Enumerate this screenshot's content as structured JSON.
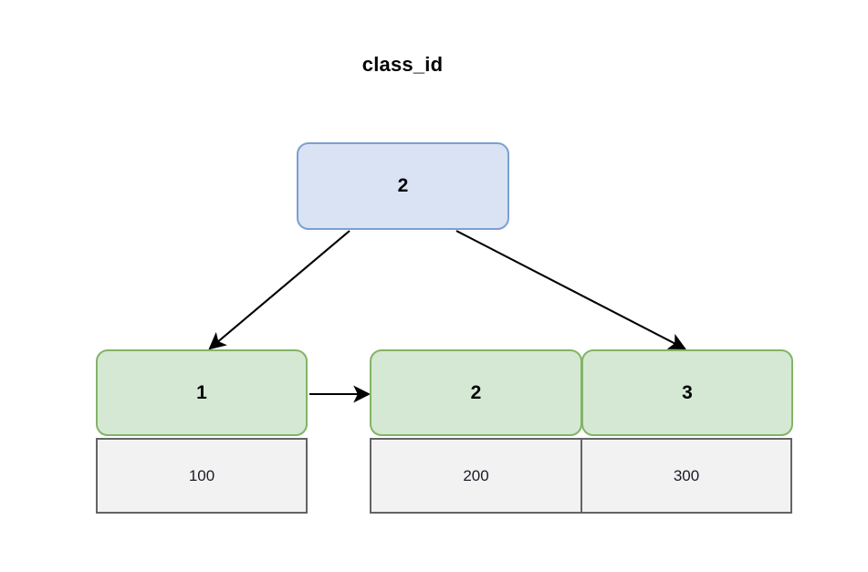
{
  "diagram": {
    "title": "class_id",
    "type": "b-plus-tree",
    "background_color": "#ffffff"
  },
  "colors": {
    "root_fill": "#dae3f3",
    "root_stroke": "#7b9fd4",
    "leaf_key_fill": "#d5e8d4",
    "leaf_key_stroke": "#82b366",
    "leaf_data_fill": "#f2f2f2",
    "leaf_data_stroke": "#646464",
    "arrow": "#000000",
    "text": "#000000"
  },
  "root": {
    "keys": [
      {
        "label": "2"
      }
    ]
  },
  "leaf_groups": [
    {
      "name": "leaf-group-left",
      "cells": [
        {
          "key": "1",
          "value": "100"
        }
      ]
    },
    {
      "name": "leaf-group-right",
      "cells": [
        {
          "key": "2",
          "value": "200"
        },
        {
          "key": "3",
          "value": "300"
        }
      ]
    }
  ],
  "edges": [
    {
      "name": "root-to-left-leaf",
      "from": "root",
      "to": "leaf-group-left",
      "style": "arrow"
    },
    {
      "name": "root-to-right-leaf",
      "from": "root",
      "to": "leaf-group-right",
      "style": "arrow"
    },
    {
      "name": "leaf-sibling-link",
      "from": "leaf-group-left",
      "to": "leaf-group-right",
      "style": "arrow"
    }
  ]
}
